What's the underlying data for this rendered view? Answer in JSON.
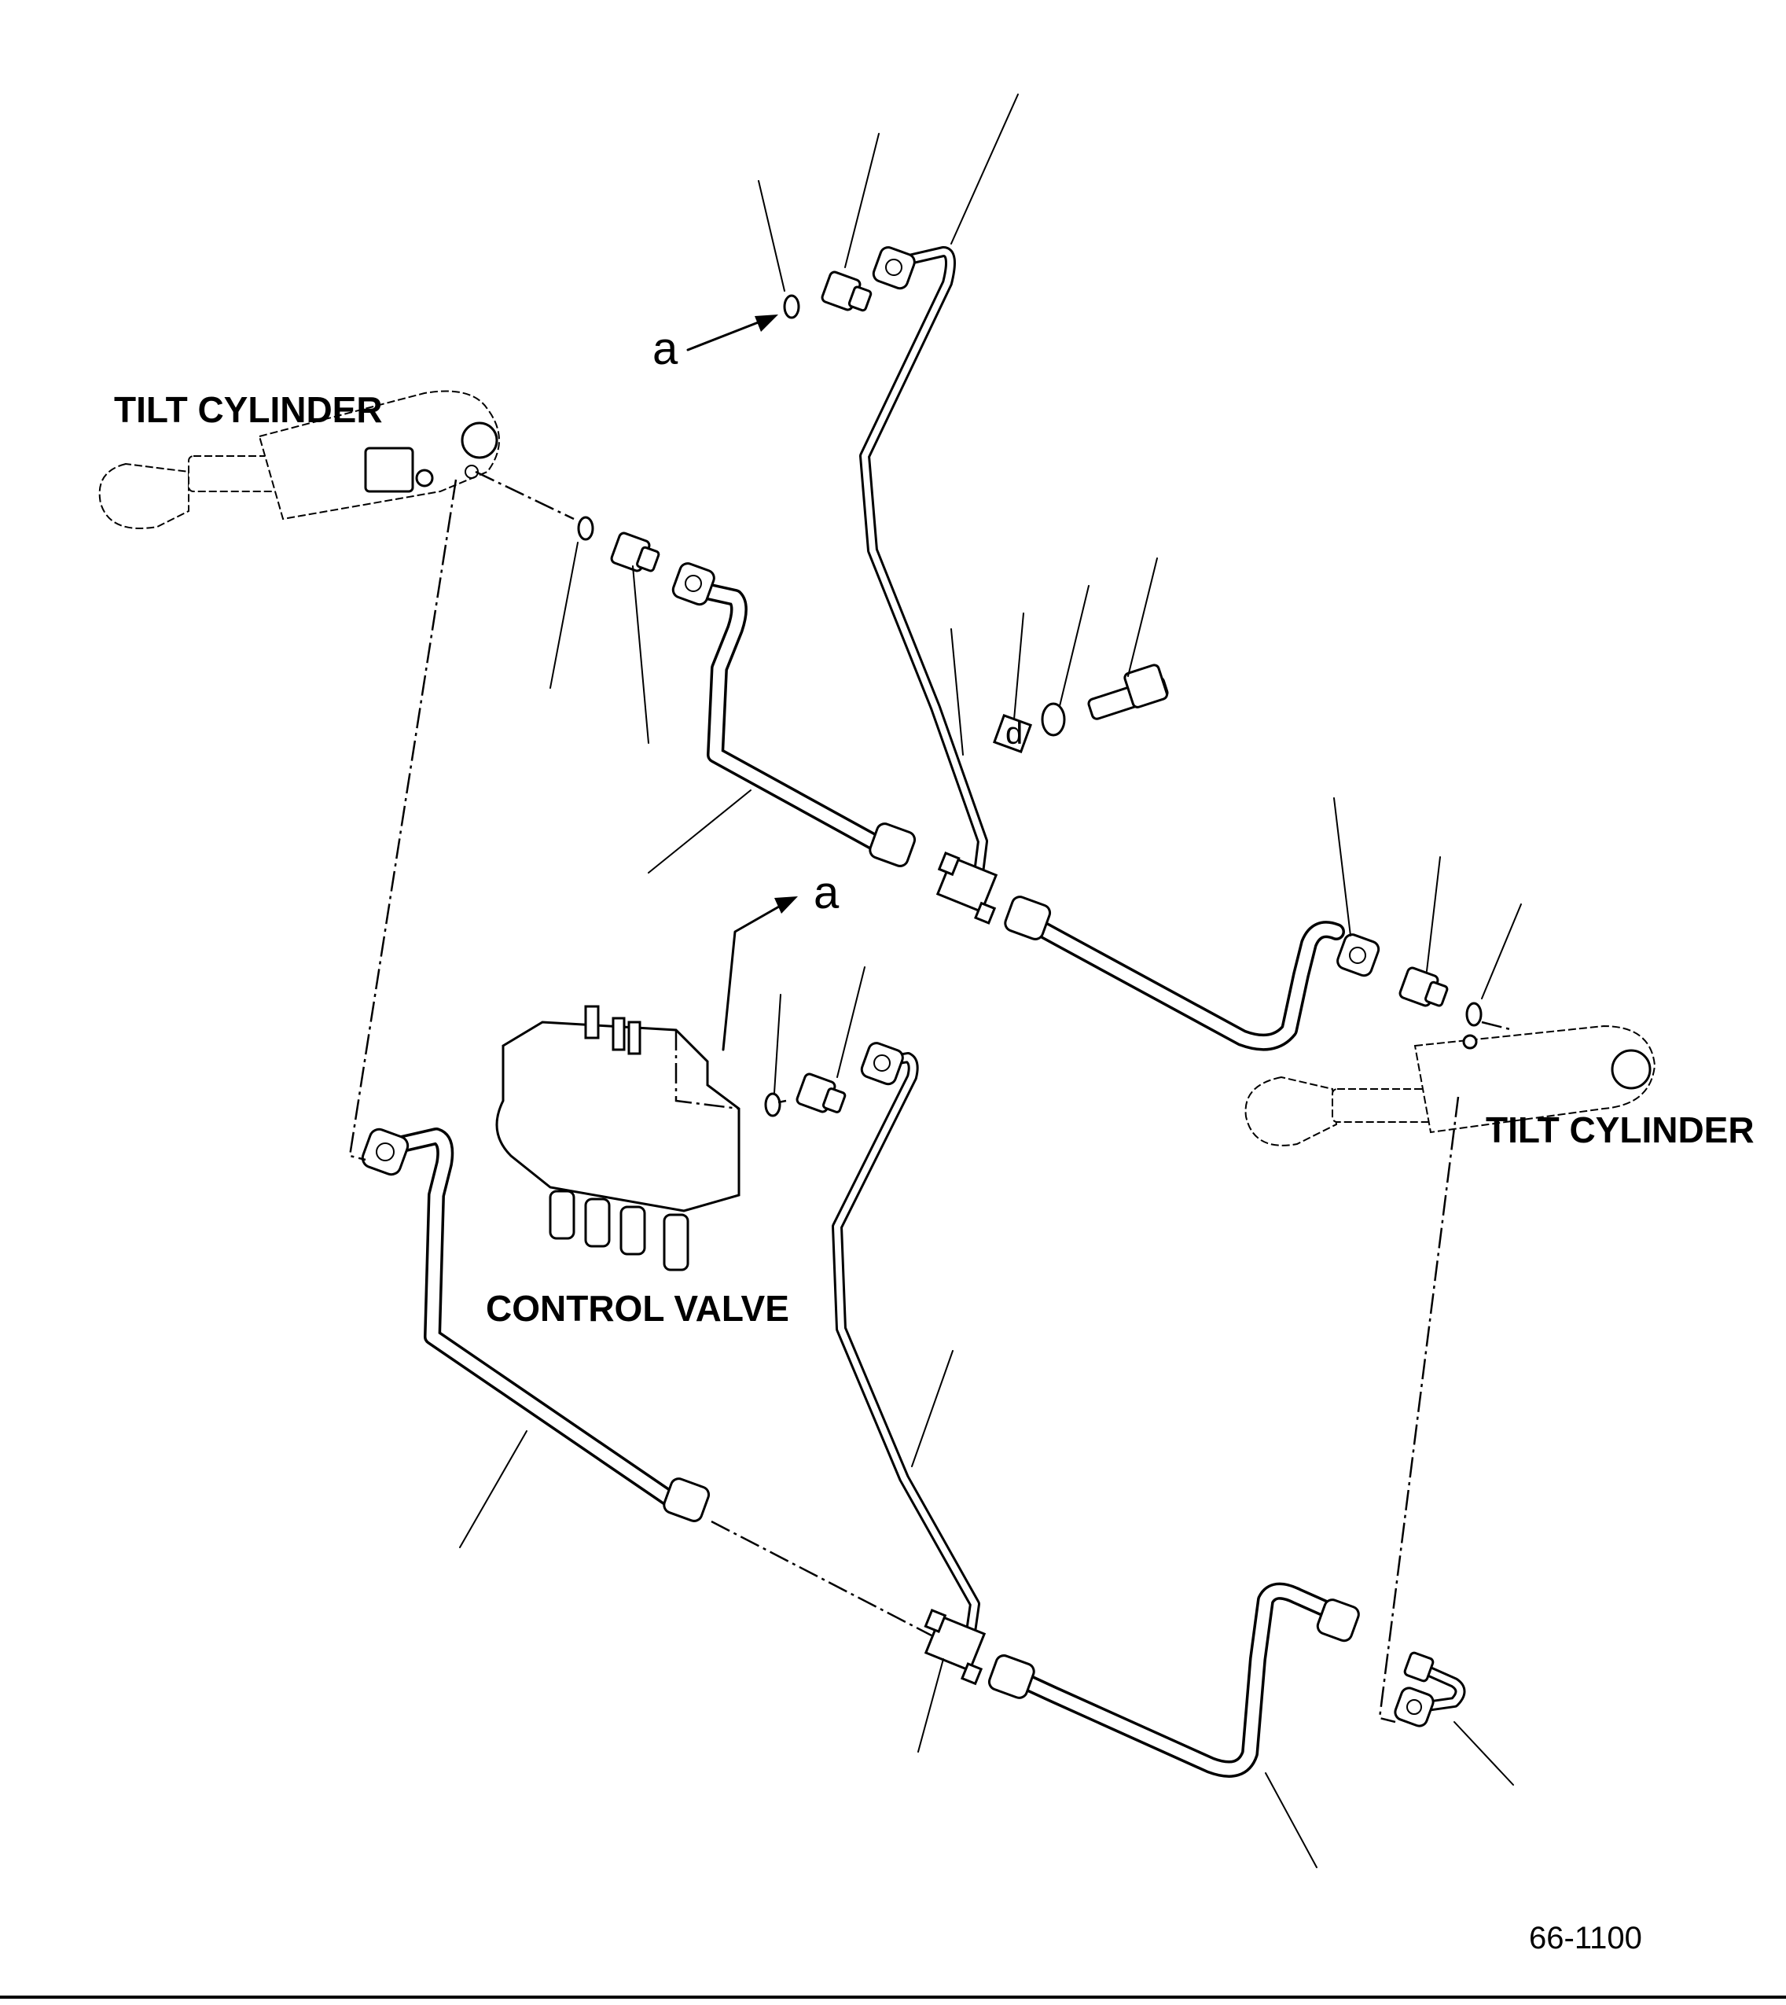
{
  "labels": {
    "tilt_cylinder_left": "TILT CYLINDER",
    "tilt_cylinder_right": "TILT CYLINDER",
    "control_valve": "CONTROL VALVE",
    "ref_a_top": "a",
    "ref_a_middle": "a"
  },
  "figure_number": "66-1100"
}
